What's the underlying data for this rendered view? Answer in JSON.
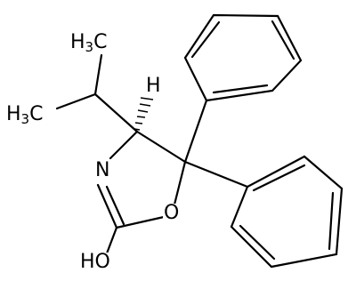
{
  "molecule": {
    "labels": {
      "h3c_top": {
        "main": "H",
        "sub": "3",
        "tail": "C"
      },
      "h3c_left": {
        "main": "H",
        "sub": "3",
        "tail": "C"
      },
      "stereo_h": "H",
      "nitrogen": "N",
      "oxygen": "O",
      "hydroxyl": "HO"
    }
  }
}
